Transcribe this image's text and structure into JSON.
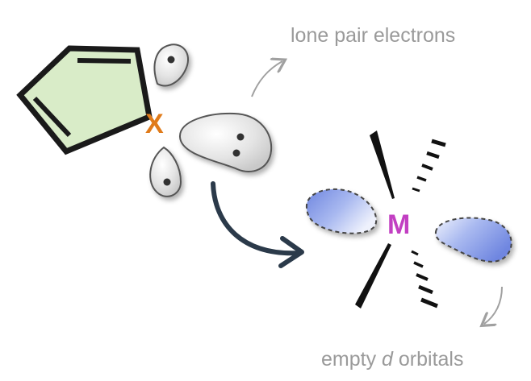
{
  "diagram": {
    "heteroatom_label": "X",
    "metal_label": "M",
    "lone_pair_label": "lone pair electrons",
    "empty_orbital_prefix": "empty ",
    "empty_orbital_italic": "d",
    "empty_orbital_suffix": " orbitals"
  },
  "colors": {
    "ring_fill": "#d9ecc8",
    "ring_stroke": "#1a1a1a",
    "heteroatom": "#e07b1a",
    "metal": "#c23fc2",
    "lone_pair_lobe": "#e9e9e9",
    "empty_orbital": "#8b9fe6",
    "donation_arrow": "#2b3a4a",
    "label_text": "#9a9a9a"
  }
}
